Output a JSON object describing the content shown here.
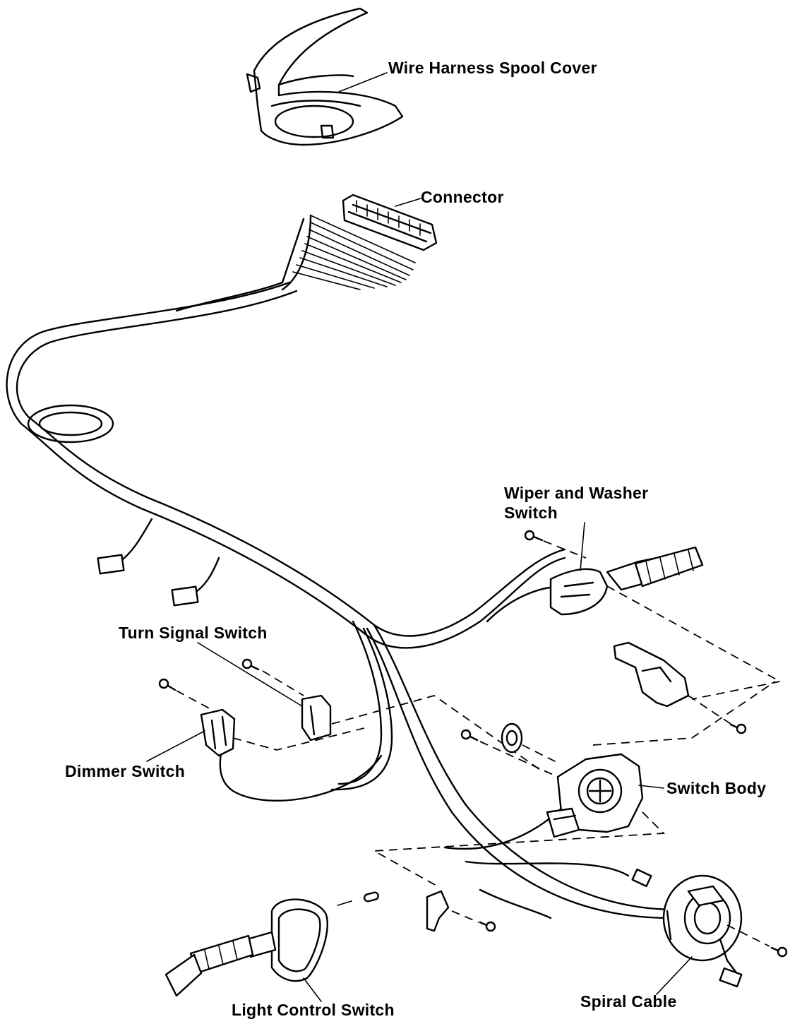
{
  "labels": {
    "spool_cover": "Wire Harness Spool Cover",
    "connector": "Connector",
    "wiper_line1": "Wiper and Washer",
    "wiper_line2": "Switch",
    "turn_signal": "Turn Signal Switch",
    "dimmer": "Dimmer Switch",
    "switch_body": "Switch Body",
    "light_control": "Light Control Switch",
    "spiral_cable": "Spiral Cable"
  }
}
